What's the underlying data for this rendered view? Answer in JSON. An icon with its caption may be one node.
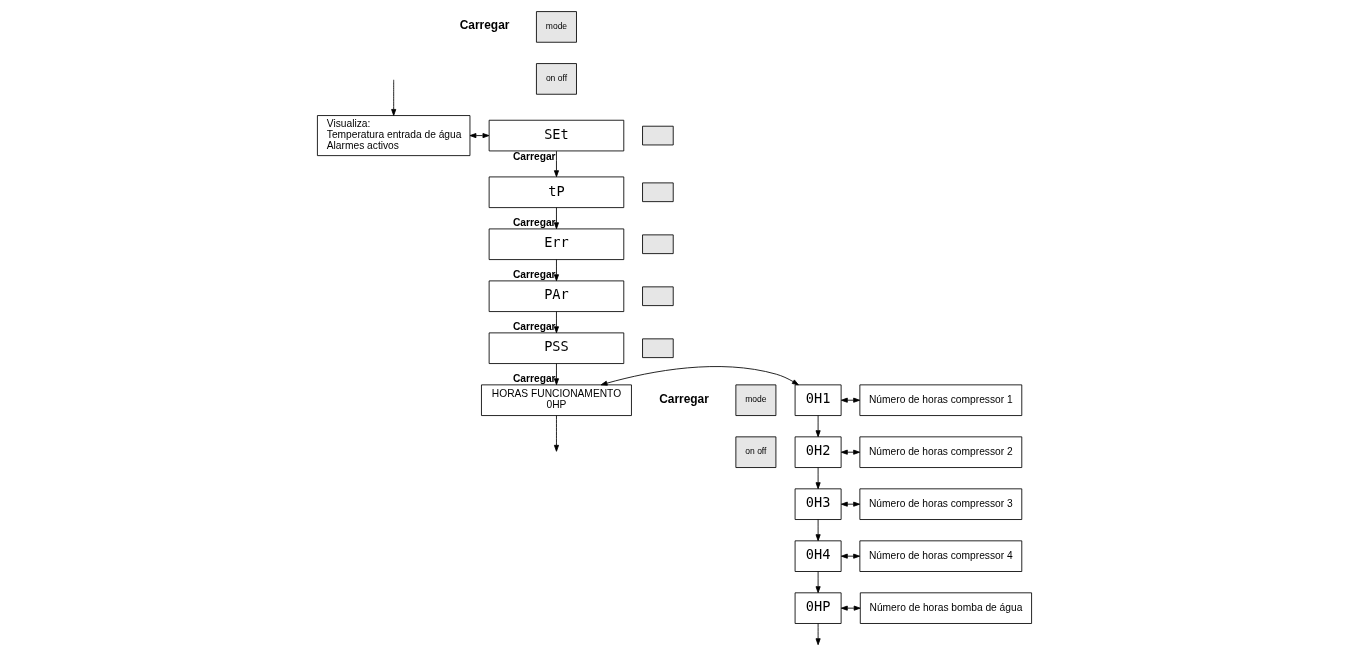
{
  "diagram": {
    "nodes": [
      {
        "text": [
          "Visualiza:",
          "Temperatura entrada de água",
          "Alarmes activos"
        ]
      },
      {
        "text": [
          "mode"
        ]
      },
      {
        "text": [
          "on off"
        ]
      },
      {
        "text": [
          "SEt"
        ]
      },
      {
        "text": [
          "tP"
        ]
      },
      {
        "text": [
          "Err"
        ]
      },
      {
        "text": [
          "PAr"
        ]
      },
      {
        "text": [
          "PSS"
        ]
      },
      {
        "text": [
          "HORAS FUNCIONAMENTO",
          "0HP"
        ]
      },
      {
        "text": [
          "mode"
        ]
      },
      {
        "text": [
          "on off"
        ]
      },
      {
        "text": [
          "0H1"
        ]
      },
      {
        "text": [
          "Número de horas compressor 1"
        ]
      },
      {
        "text": [
          "0H2"
        ]
      },
      {
        "text": [
          "Número de horas compressor 2"
        ]
      },
      {
        "text": [
          "0H3"
        ]
      },
      {
        "text": [
          "Número de horas compressor 3"
        ]
      },
      {
        "text": [
          "0H4"
        ]
      },
      {
        "text": [
          "Número de horas compressor 4"
        ]
      },
      {
        "text": [
          "0HP"
        ]
      },
      {
        "text": [
          "Número de horas bomba de água"
        ]
      },
      {
        "text": [],
        "shape": "box"
      },
      {
        "text": [],
        "shape": "box"
      },
      {
        "text": [],
        "shape": "box"
      },
      {
        "text": [],
        "shape": "box"
      },
      {
        "text": [],
        "shape": "box"
      }
    ],
    "edges": [
      {
        "from": 0,
        "to": 3,
        "arrow": "both"
      },
      {
        "from": null,
        "to": 0,
        "arrow": "to"
      },
      {
        "from": 3,
        "to": 4,
        "arrow": "to",
        "label": "Carregar"
      },
      {
        "from": 4,
        "to": 5,
        "arrow": "to",
        "label": "Carregar"
      },
      {
        "from": 5,
        "to": 6,
        "arrow": "to",
        "label": "Carregar"
      },
      {
        "from": 6,
        "to": 7,
        "arrow": "to",
        "label": "Carregar"
      },
      {
        "from": 7,
        "to": 8,
        "arrow": "to",
        "label": "Carregar"
      },
      {
        "from": 8,
        "to": null,
        "arrow": "to"
      },
      {
        "from": 8,
        "to": 11,
        "arrow": "both"
      },
      {
        "from": 11,
        "to": 13,
        "arrow": "to"
      },
      {
        "from": 13,
        "to": 15,
        "arrow": "to"
      },
      {
        "from": 15,
        "to": 17,
        "arrow": "to"
      },
      {
        "from": 17,
        "to": 19,
        "arrow": "to"
      },
      {
        "from": 19,
        "to": null,
        "arrow": "to"
      },
      {
        "from": 11,
        "to": 12,
        "arrow": "both"
      },
      {
        "from": 13,
        "to": 14,
        "arrow": "both"
      },
      {
        "from": 15,
        "to": 16,
        "arrow": "both"
      },
      {
        "from": 17,
        "to": 18,
        "arrow": "both"
      },
      {
        "from": 19,
        "to": 20,
        "arrow": "both"
      }
    ],
    "labels": [
      "Carregar",
      "Carregar"
    ]
  }
}
